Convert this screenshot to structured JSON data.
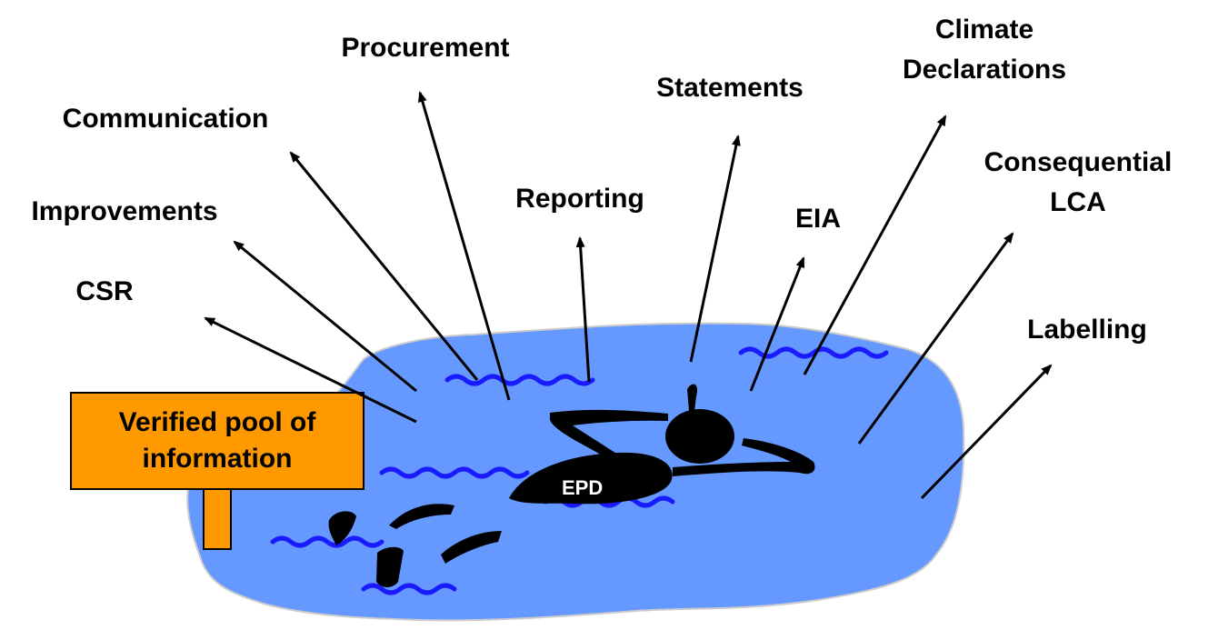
{
  "colors": {
    "pool": "#6699ff",
    "pool_outline": "#cccccc",
    "waves": "#1a1aff",
    "sign": "#ff9900",
    "swimmer": "#000000",
    "arrow": "#000000"
  },
  "sign": {
    "line1": "Verified pool of",
    "line2": "information"
  },
  "swimmer_label": "EPD",
  "labels": {
    "procurement": "Procurement",
    "climate_line1": "Climate",
    "climate_line2": "Declarations",
    "statements": "Statements",
    "communication": "Communication",
    "consequential_line1": "Consequential",
    "consequential_line2": "LCA",
    "improvements": "Improvements",
    "reporting": "Reporting",
    "eia": "EIA",
    "csr": "CSR",
    "labelling": "Labelling"
  }
}
